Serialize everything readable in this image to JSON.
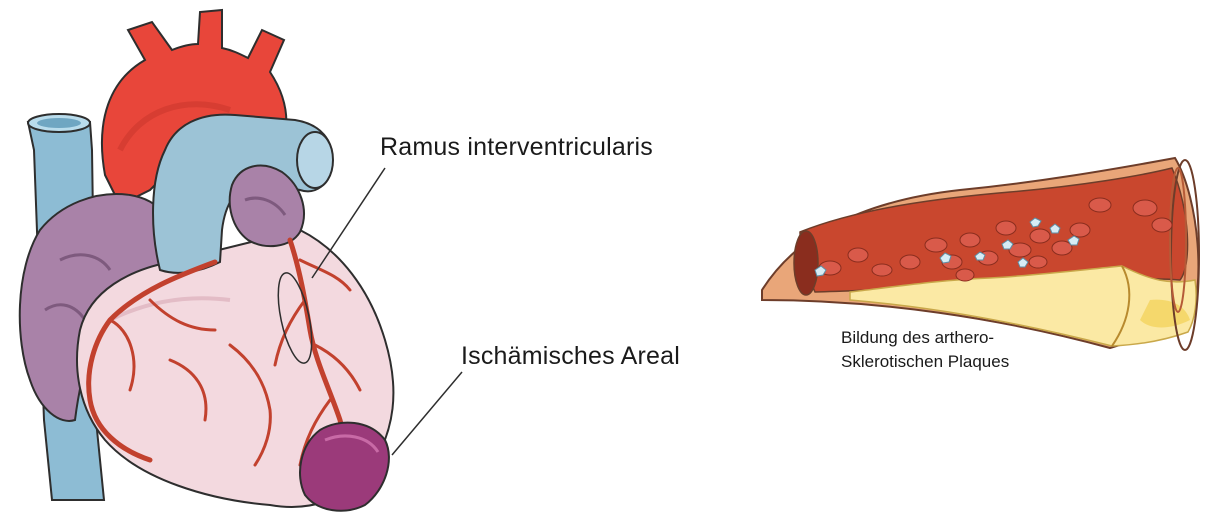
{
  "labels": {
    "ramus": "Ramus interventricularis",
    "ischemic": "Ischämisches Areal",
    "plaque_line1": "Bildung des arthero-",
    "plaque_line2": "Sklerotischen Plaques"
  },
  "colors": {
    "aorta": "#e8463a",
    "pulmonary_artery": "#9cc3d6",
    "vena_cava": "#8dbcd4",
    "atrium": "#a982a8",
    "ventricle": "#f3d9df",
    "coronary_artery": "#c2412e",
    "ischemic_area": "#9b3a7a",
    "vessel_wall": "#e9a679",
    "vessel_lumen": "#c9472e",
    "plaque_fat": "#fbe9a4",
    "red_blood_cell": "#d95a4a",
    "platelet": "#d7ecf5"
  },
  "icons": [
    "heart-illustration",
    "artery-plaque-illustration"
  ]
}
